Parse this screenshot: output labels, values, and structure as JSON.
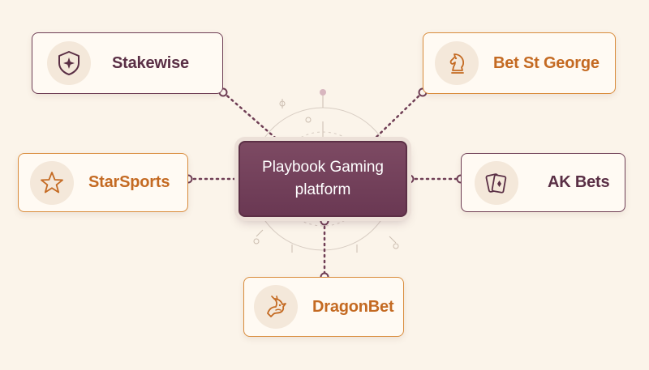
{
  "hub": {
    "title": "Playbook Gaming platform"
  },
  "partners": [
    {
      "label": "Stakewise",
      "icon": "shield-star-icon",
      "color": "#5a2f45"
    },
    {
      "label": "Bet St George",
      "icon": "knight-icon",
      "color": "#c46a22"
    },
    {
      "label": "StarSports",
      "icon": "star-icon",
      "color": "#c46a22"
    },
    {
      "label": "AK Bets",
      "icon": "playing-cards-icon",
      "color": "#5a2f45"
    },
    {
      "label": "DragonBet",
      "icon": "dragon-icon",
      "color": "#c46a22"
    }
  ],
  "colors": {
    "plum": "#6f3e55",
    "orange": "#d98c3c",
    "background": "#fbf4ea"
  }
}
